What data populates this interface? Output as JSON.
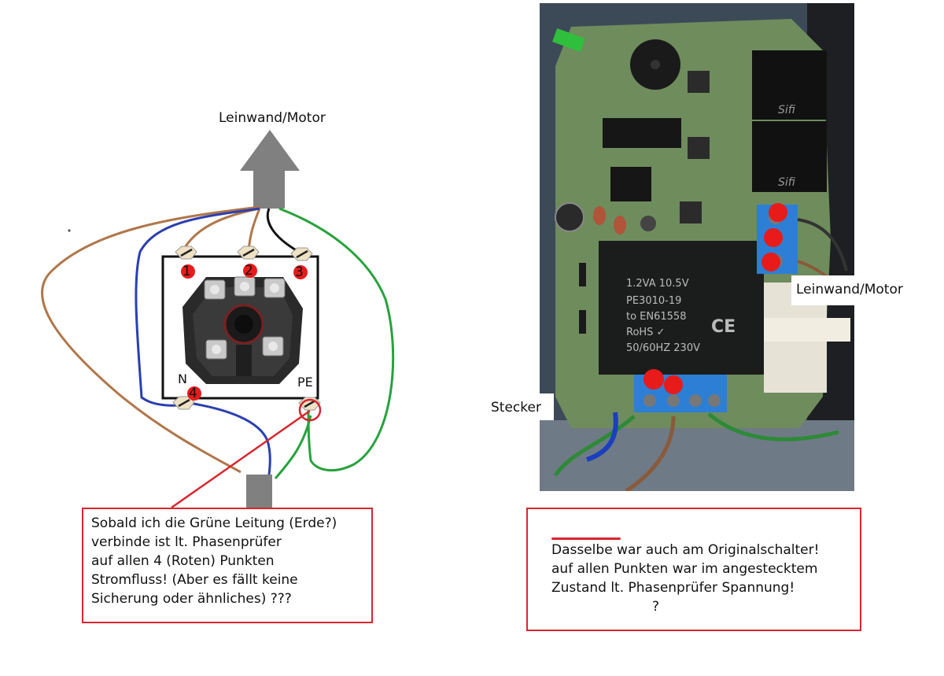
{
  "left_diagram": {
    "top_label": "Leinwand/Motor",
    "terminals": [
      {
        "number": "1"
      },
      {
        "number": "2"
      },
      {
        "number": "3"
      },
      {
        "number": "4",
        "tag": "N"
      },
      {
        "tag": "PE"
      }
    ],
    "note_lines": [
      "Sobald ich die Grüne Leitung (Erde?)",
      "verbinde ist lt. Phasenprüfer",
      "auf allen 4 (Roten) Punkten",
      "Stromfluss! (Aber es fällt keine",
      "Sicherung oder ähnliches) ???"
    ]
  },
  "right_photo": {
    "label_motor": "Leinwand/Motor",
    "label_plug": "Stecker",
    "transformer_lines": [
      "1.2VA   10.5V",
      "PE3010-19",
      "to EN61558",
      "RoHS ✓",
      "50/60HZ   230V"
    ],
    "transformer_ce": "CE",
    "relay_brand": "Sifi",
    "note_lines": [
      "Dasselbe war auch am Originalschalter!",
      "auf allen Punkten war im angestecktem",
      "Zustand lt. Phasenprüfer Spannung!",
      "?"
    ],
    "note_underlined_word": "Dasselbe"
  },
  "colors": {
    "red_marker": "#e81b1b",
    "note_border": "#d8262e",
    "wire_blue": "#2b3fb0",
    "wire_brown": "#b0764a",
    "wire_green": "#27a23d",
    "wire_black": "#111111",
    "arrow_gray": "#808080",
    "pcb_green": "#6f8c5d"
  }
}
